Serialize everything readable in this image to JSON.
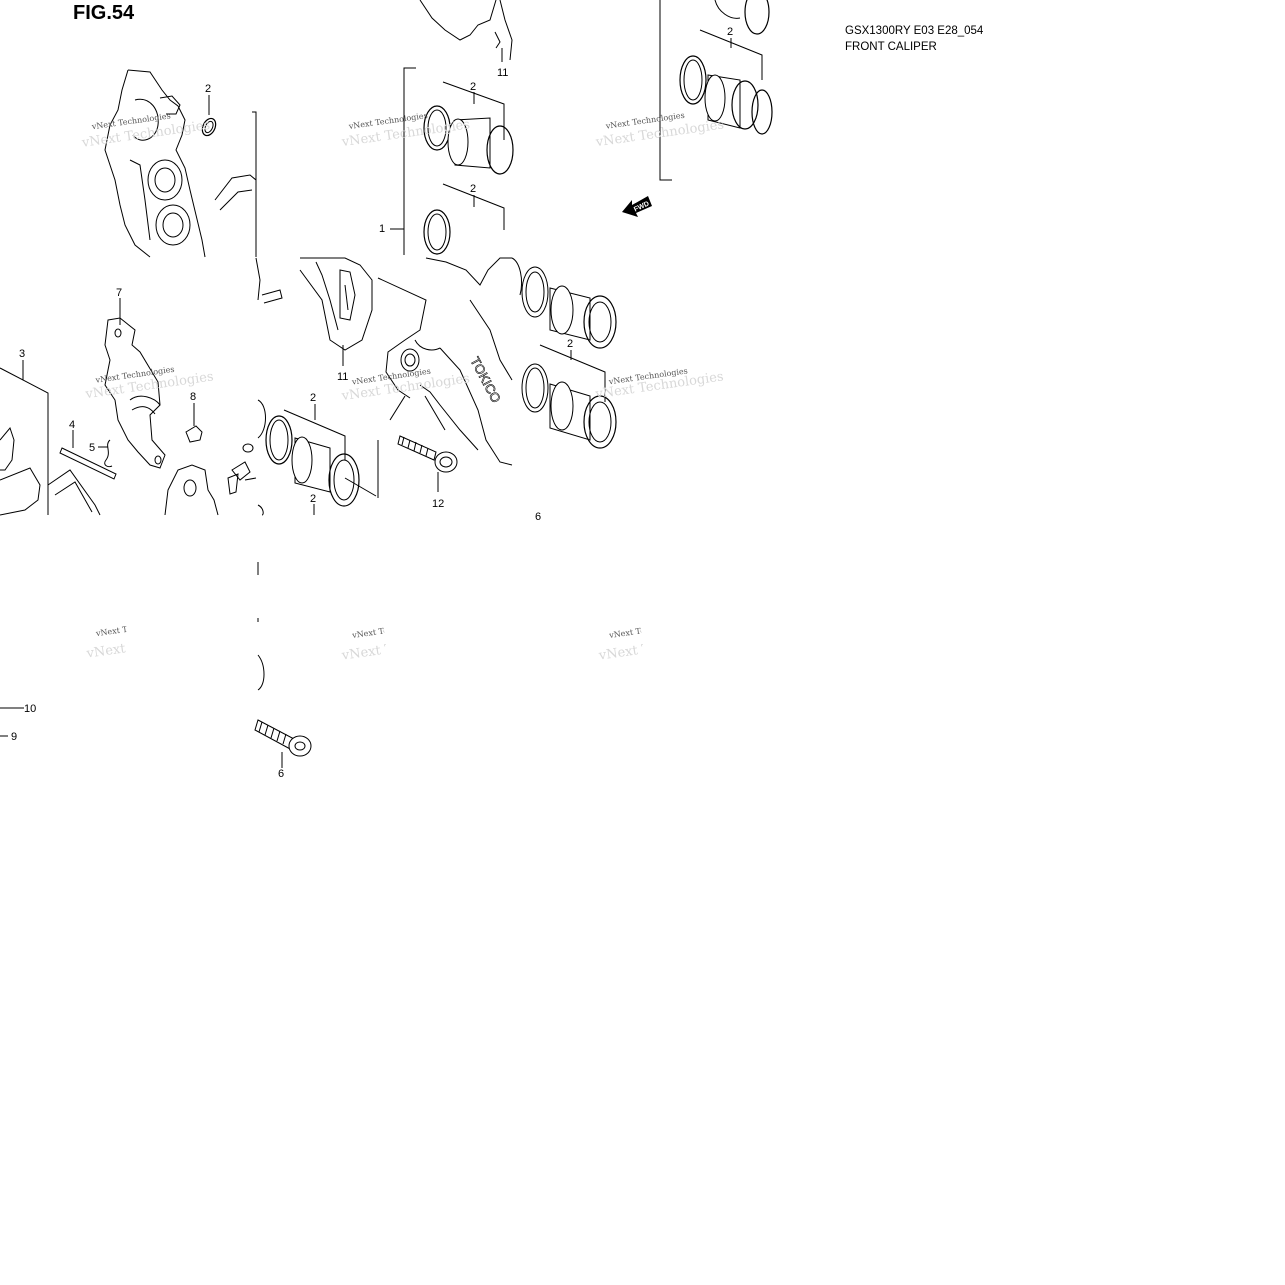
{
  "header": {
    "figure": "FIG.54",
    "model_code": "GSX1300RY E03 E28_054",
    "caption": "FRONT CALIPER"
  },
  "callouts": {
    "c1": "1",
    "c2a": "2",
    "c2b": "2",
    "c2c": "2",
    "c2d": "2",
    "c2e": "2",
    "c2f": "2",
    "c2g": "2",
    "c3": "3",
    "c4": "4",
    "c5": "5",
    "c6a": "6",
    "c6b": "6",
    "c7": "7",
    "c8": "8",
    "c9": "9",
    "c10": "10",
    "c11a": "11",
    "c11b": "11",
    "c12": "12"
  },
  "watermark": "vNext Technologies",
  "brand_mark": "TOKICO",
  "fwd_label": "FWD"
}
